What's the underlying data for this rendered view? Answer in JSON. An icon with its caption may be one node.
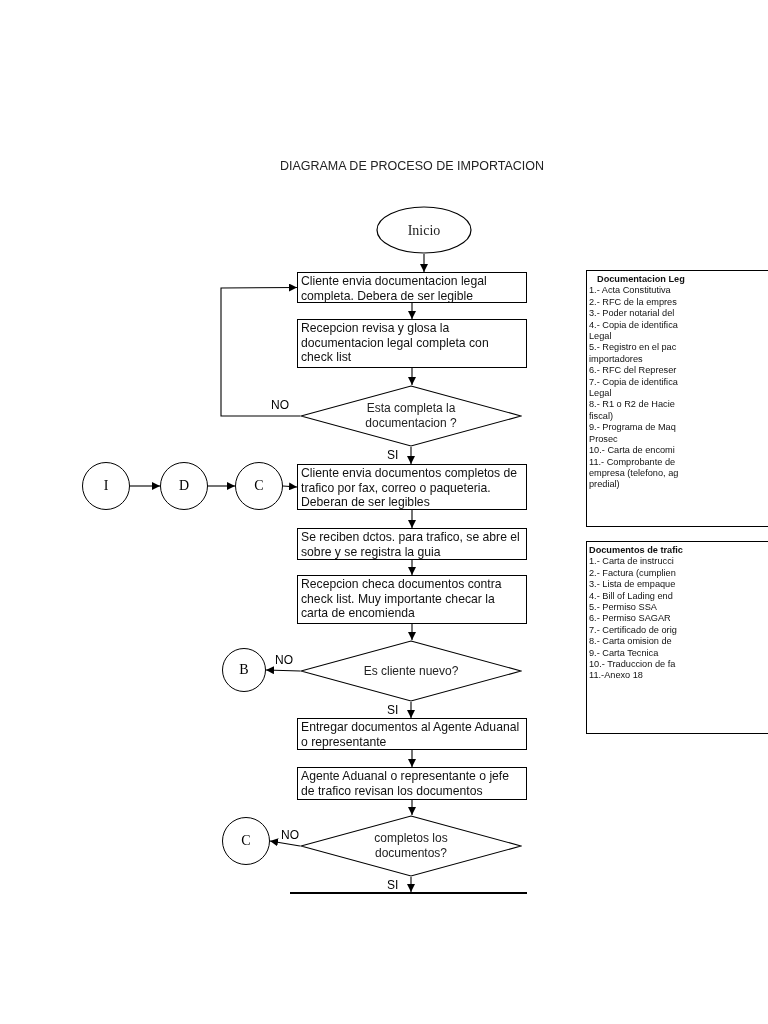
{
  "diagram": {
    "title": "DIAGRAMA DE PROCESO DE IMPORTACION",
    "nodes": [
      {
        "text": [
          "Inicio"
        ]
      },
      {
        "text": [
          "Cliente envia documentacion legal completa. Debera de ser legible"
        ]
      },
      {
        "text": [
          "Recepcion revisa y glosa  la documentacion legal completa con check list"
        ]
      },
      {
        "text": [
          "Esta completa la documentacion ?"
        ]
      },
      {
        "text": [
          "Cliente envia documentos completos de trafico por fax, correo o paqueteria. Deberan de ser legibles"
        ]
      },
      {
        "text": [
          "Se reciben dctos. para trafico, se abre el sobre y se registra la guia"
        ]
      },
      {
        "text": [
          "Recepcion checa documentos contra check list. Muy importante checar la carta de encomienda"
        ]
      },
      {
        "text": [
          "Es cliente nuevo?"
        ]
      },
      {
        "text": [
          "Entregar documentos al Agente Aduanal o representante"
        ]
      },
      {
        "text": [
          "Agente Aduanal o representante o jefe de trafico revisan los documentos"
        ]
      },
      {
        "text": [
          "completos los documentos?"
        ]
      },
      {
        "text": [],
        "shape": "bar"
      },
      {
        "text": [
          "I"
        ]
      },
      {
        "text": [
          "D"
        ]
      },
      {
        "text": [
          "C"
        ]
      },
      {
        "text": [
          "B"
        ]
      },
      {
        "text": [
          "C"
        ]
      },
      {
        "text": [
          "Documentacion Leg",
          "1.- Acta Constitutiva",
          "2.- RFC de la empres",
          "3.- Poder notarial del",
          "4.- Copia de identifica Legal",
          "5.- Registro en el pac importadores",
          "6.- RFC del Represer",
          "7.- Copia de identifica Legal",
          "8.- R1 o R2 de Hacie fiscal)",
          "9.- Programa de Maq Prosec",
          "10.- Carta de encomi",
          "11.- Comprobante de empresa (telefono, ag predial)"
        ]
      },
      {
        "text": [
          "Documentos de trafic",
          "1.- Carta de instrucci",
          "2.- Factura (cumplien",
          "3.- Lista de empaque",
          "4.- Bill of Lading end",
          "5.- Permiso SSA",
          "6.- Permiso SAGAR",
          "7.- Certificado de orig",
          "8.- Carta omision de",
          "9.- Carta Tecnica",
          "10.- Traduccion de fa",
          "11.-Anexo 18"
        ]
      }
    ],
    "edges": [
      {
        "from": 0,
        "to": 1,
        "arrow": "to"
      },
      {
        "from": 1,
        "to": 2,
        "arrow": "to"
      },
      {
        "from": 2,
        "to": 3,
        "arrow": "to"
      },
      {
        "from": 3,
        "to": 1,
        "arrow": "to",
        "label": "NO"
      },
      {
        "from": 3,
        "to": 4,
        "arrow": "to",
        "label": "SI"
      },
      {
        "from": 12,
        "to": 13,
        "arrow": "to"
      },
      {
        "from": 13,
        "to": 14,
        "arrow": "to"
      },
      {
        "from": 14,
        "to": 4,
        "arrow": "to"
      },
      {
        "from": 4,
        "to": 5,
        "arrow": "to"
      },
      {
        "from": 5,
        "to": 6,
        "arrow": "to"
      },
      {
        "from": 6,
        "to": 7,
        "arrow": "to"
      },
      {
        "from": 7,
        "to": 15,
        "arrow": "to",
        "label": "NO"
      },
      {
        "from": 7,
        "to": 8,
        "arrow": "to",
        "label": "SI"
      },
      {
        "from": 8,
        "to": 9,
        "arrow": "to"
      },
      {
        "from": 9,
        "to": 10,
        "arrow": "to"
      },
      {
        "from": 10,
        "to": 16,
        "arrow": "to",
        "label": "NO"
      },
      {
        "from": 10,
        "to": 11,
        "arrow": "to",
        "label": "SI"
      }
    ]
  }
}
